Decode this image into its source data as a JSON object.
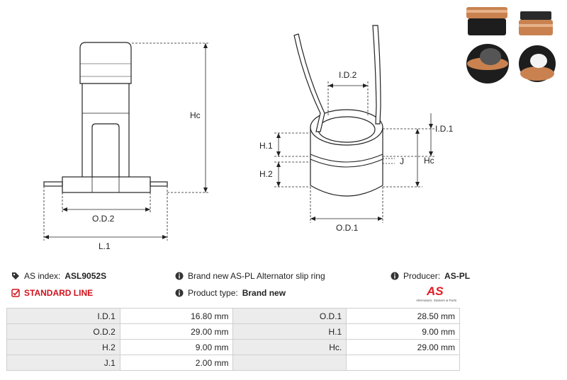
{
  "drawing": {
    "left_labels": {
      "hc": "Hc",
      "od2": "O.D.2",
      "l1": "L.1"
    },
    "right_labels": {
      "id2": "I.D.2",
      "id1": "I.D.1",
      "h1": "H.1",
      "h2": "H.2",
      "j": "J",
      "hc": "Hc",
      "od1": "O.D.1"
    }
  },
  "info": {
    "as_index_label": "AS index:",
    "as_index_value": "ASL9052S",
    "description": "Brand new AS-PL Alternator slip ring",
    "producer_label": "Producer:",
    "producer_value": "AS-PL",
    "standard_line": "STANDARD LINE",
    "product_type_label": "Product type:",
    "product_type_value": "Brand new"
  },
  "logo": {
    "mark": "AS",
    "tagline": "Alternators, Starters & Parts",
    "color": "#e31b23"
  },
  "specs": {
    "rows": [
      [
        {
          "label": "I.D.1",
          "value": "16.80 mm"
        },
        {
          "label": "O.D.1",
          "value": "28.50 mm"
        }
      ],
      [
        {
          "label": "O.D.2",
          "value": "29.00 mm"
        },
        {
          "label": "H.1",
          "value": "9.00 mm"
        }
      ],
      [
        {
          "label": "H.2",
          "value": "9.00 mm"
        },
        {
          "label": "Hc.",
          "value": "29.00 mm"
        }
      ],
      [
        {
          "label": "J.1",
          "value": "2.00 mm"
        },
        {
          "label": "",
          "value": ""
        }
      ]
    ]
  }
}
